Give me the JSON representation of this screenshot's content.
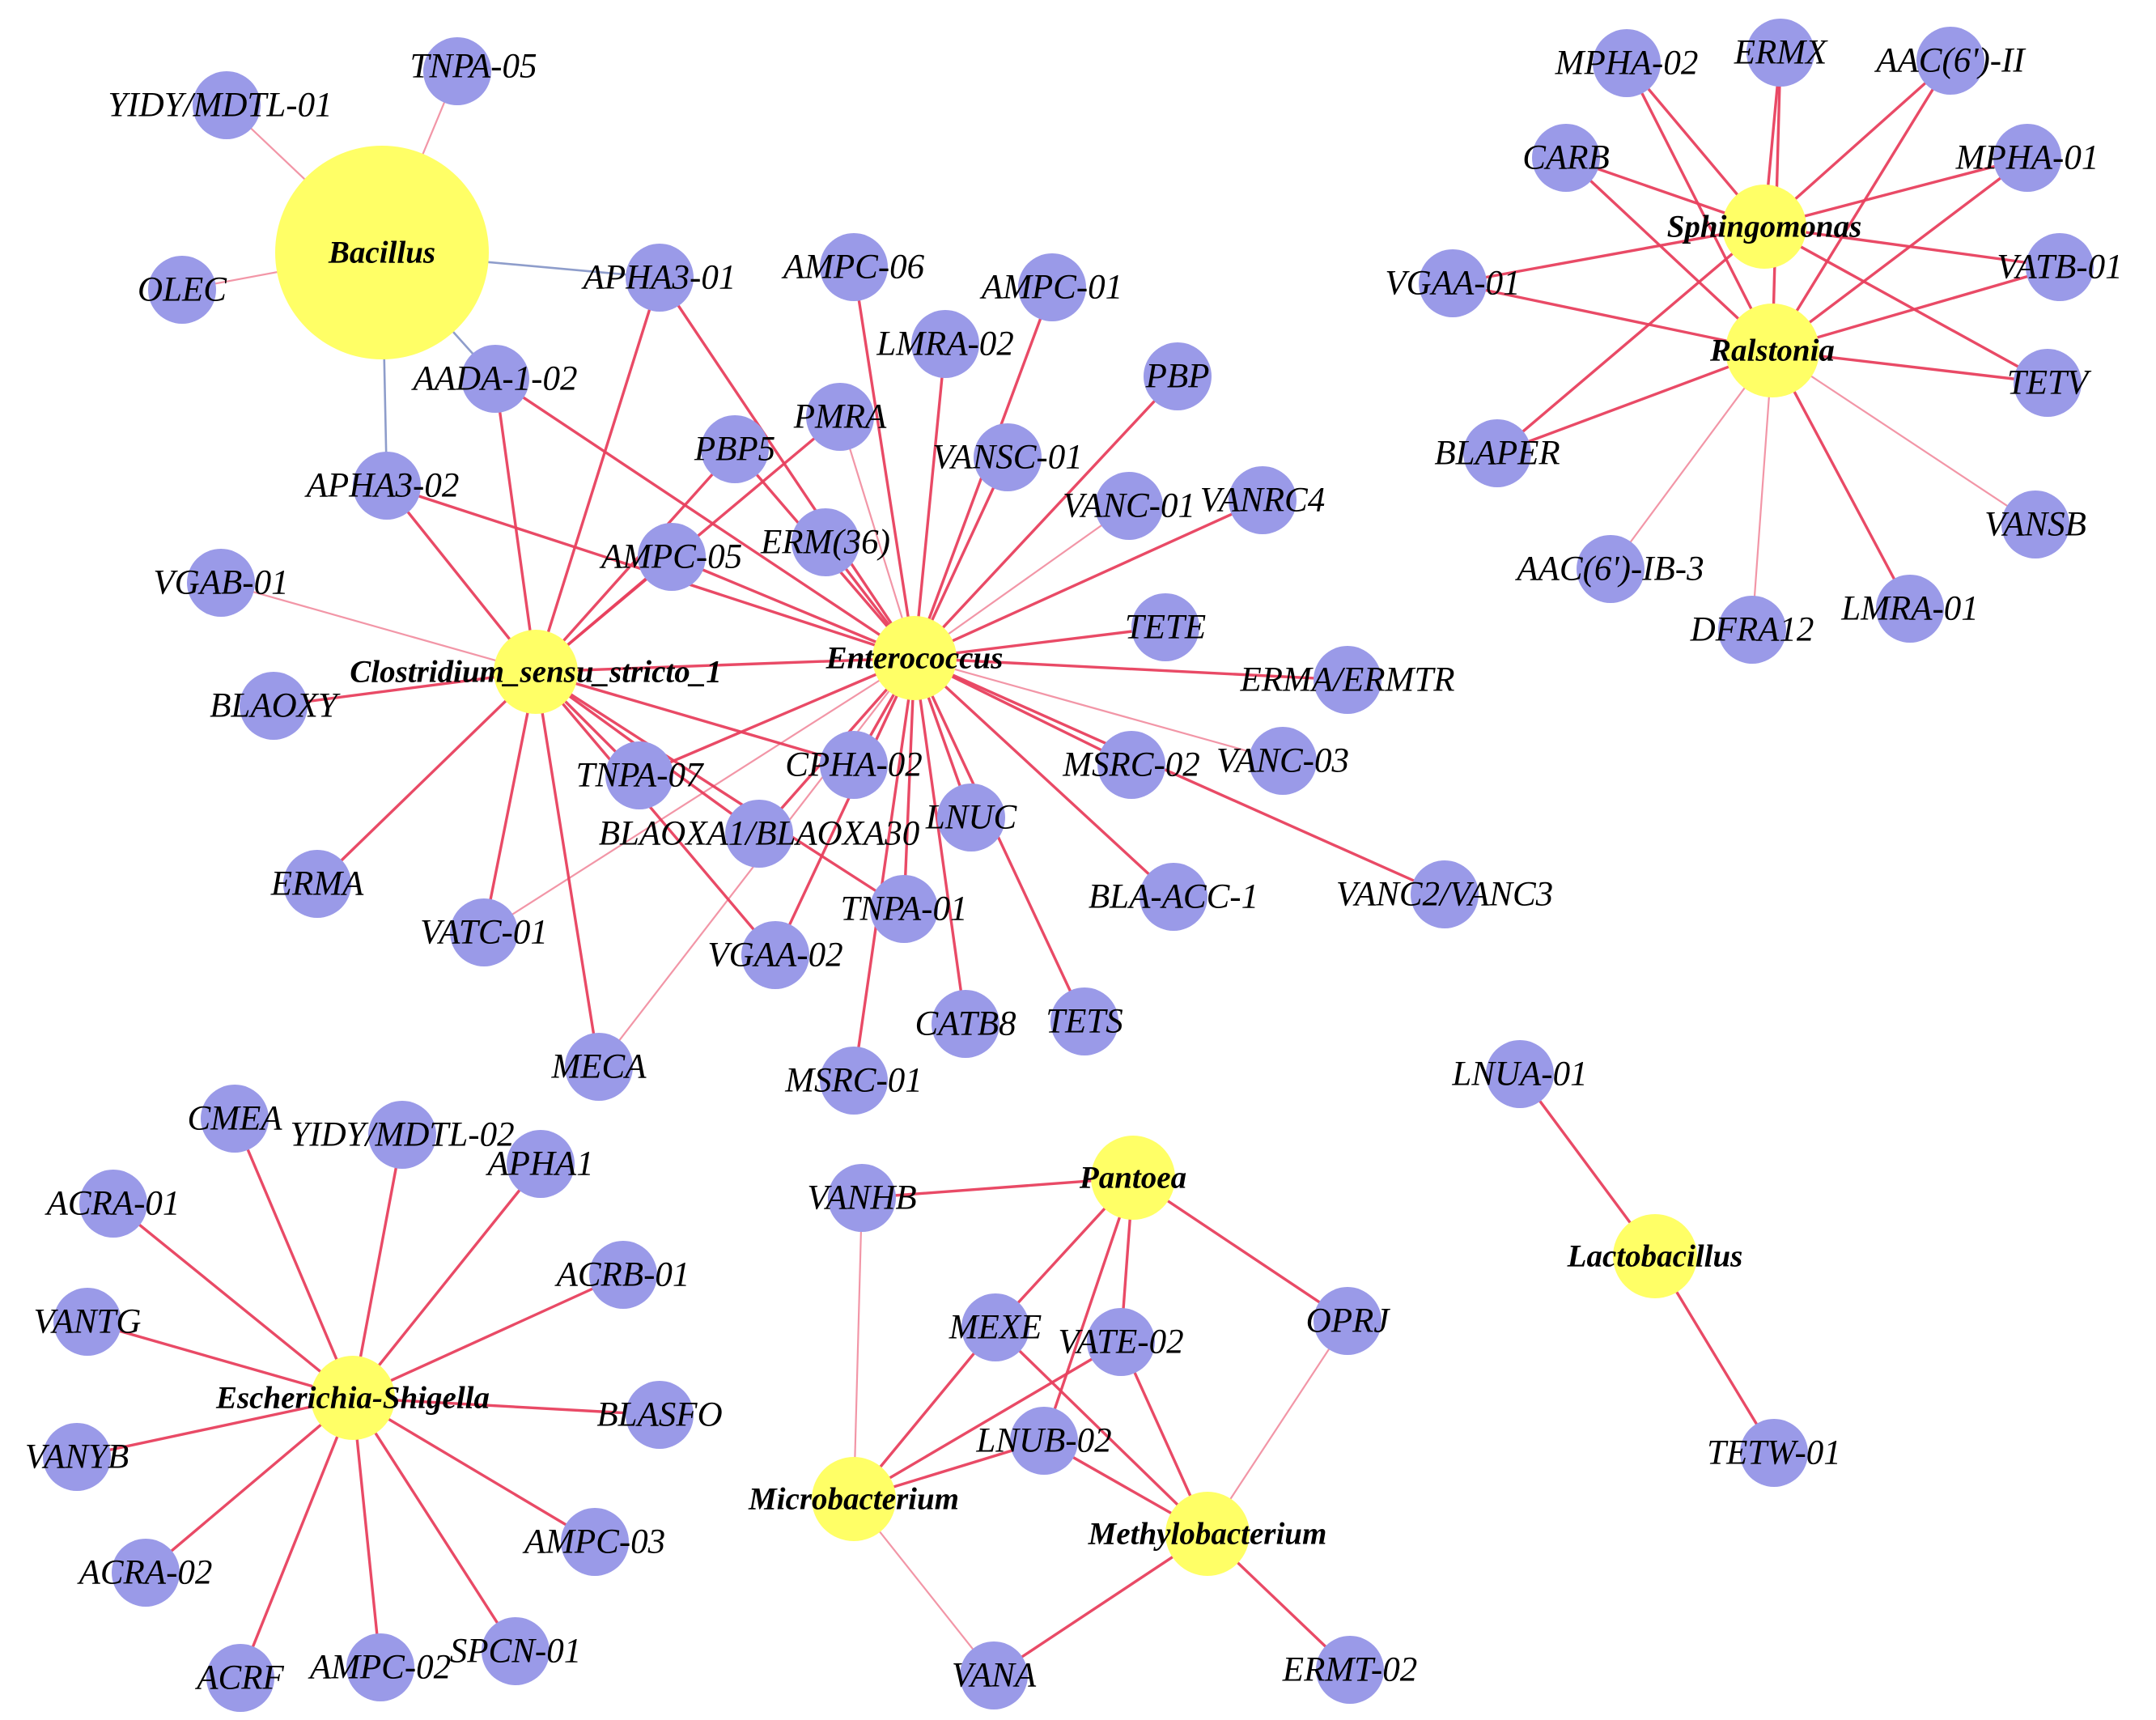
{
  "colors": {
    "background": "#ffffff",
    "genus_node": "#ffff66",
    "gene_node": "#9a9ae8",
    "positive_edge": "#e8405e",
    "negative_edge": "#8898c8"
  },
  "nodes": [
    {
      "id": "bacillus",
      "label": "Bacillus",
      "type": "genus",
      "size": "large"
    },
    {
      "id": "clostridium",
      "label": "Clostridium_sensu_stricto_1",
      "type": "genus"
    },
    {
      "id": "enterococcus",
      "label": "Enterococcus",
      "type": "genus"
    },
    {
      "id": "sphingomonas",
      "label": "Sphingomonas",
      "type": "genus"
    },
    {
      "id": "ralstonia",
      "label": "Ralstonia",
      "type": "genus",
      "size": "medium"
    },
    {
      "id": "escherichia",
      "label": "Escherichia-Shigella",
      "type": "genus"
    },
    {
      "id": "pantoea",
      "label": "Pantoea",
      "type": "genus"
    },
    {
      "id": "microbacterium",
      "label": "Microbacterium",
      "type": "genus"
    },
    {
      "id": "methylobacterium",
      "label": "Methylobacterium",
      "type": "genus"
    },
    {
      "id": "lactobacillus",
      "label": "Lactobacillus",
      "type": "genus"
    },
    {
      "id": "tnpa05",
      "label": "TNPA-05",
      "type": "gene"
    },
    {
      "id": "yidy01",
      "label": "YIDY/MDTL-01",
      "type": "gene"
    },
    {
      "id": "olec",
      "label": "OLEC",
      "type": "gene"
    },
    {
      "id": "apha301",
      "label": "APHA3-01",
      "type": "gene"
    },
    {
      "id": "aada102",
      "label": "AADA-1-02",
      "type": "gene"
    },
    {
      "id": "apha302",
      "label": "APHA3-02",
      "type": "gene"
    },
    {
      "id": "ampc06",
      "label": "AMPC-06",
      "type": "gene"
    },
    {
      "id": "ampc01",
      "label": "AMPC-01",
      "type": "gene"
    },
    {
      "id": "lmra02",
      "label": "LMRA-02",
      "type": "gene"
    },
    {
      "id": "pbp",
      "label": "PBP",
      "type": "gene"
    },
    {
      "id": "pmra",
      "label": "PMRA",
      "type": "gene"
    },
    {
      "id": "pbp5",
      "label": "PBP5",
      "type": "gene"
    },
    {
      "id": "vansc01",
      "label": "VANSC-01",
      "type": "gene"
    },
    {
      "id": "vanc01",
      "label": "VANC-01",
      "type": "gene"
    },
    {
      "id": "vanrc4",
      "label": "VANRC4",
      "type": "gene"
    },
    {
      "id": "ampc05",
      "label": "AMPC-05",
      "type": "gene"
    },
    {
      "id": "erm36",
      "label": "ERM(36)",
      "type": "gene"
    },
    {
      "id": "vgab01",
      "label": "VGAB-01",
      "type": "gene"
    },
    {
      "id": "tete",
      "label": "TETE",
      "type": "gene"
    },
    {
      "id": "ermaermtr",
      "label": "ERMA/ERMTR",
      "type": "gene"
    },
    {
      "id": "blaoxy",
      "label": "BLAOXY",
      "type": "gene"
    },
    {
      "id": "cpha02",
      "label": "CPHA-02",
      "type": "gene"
    },
    {
      "id": "msrc02",
      "label": "MSRC-02",
      "type": "gene"
    },
    {
      "id": "vanc03",
      "label": "VANC-03",
      "type": "gene"
    },
    {
      "id": "tnpa07",
      "label": "TNPA-07",
      "type": "gene"
    },
    {
      "id": "lnuc",
      "label": "LNUC",
      "type": "gene"
    },
    {
      "id": "blaoxa",
      "label": "BLAOXA1/BLAOXA30",
      "type": "gene"
    },
    {
      "id": "erma",
      "label": "ERMA",
      "type": "gene"
    },
    {
      "id": "blaacc1",
      "label": "BLA-ACC-1",
      "type": "gene"
    },
    {
      "id": "vanc2vanc3",
      "label": "VANC2/VANC3",
      "type": "gene"
    },
    {
      "id": "vatc01",
      "label": "VATC-01",
      "type": "gene"
    },
    {
      "id": "tnpa01",
      "label": "TNPA-01",
      "type": "gene"
    },
    {
      "id": "vgaa02",
      "label": "VGAA-02",
      "type": "gene"
    },
    {
      "id": "catb8",
      "label": "CATB8",
      "type": "gene"
    },
    {
      "id": "tets",
      "label": "TETS",
      "type": "gene"
    },
    {
      "id": "meca",
      "label": "MECA",
      "type": "gene"
    },
    {
      "id": "msrc01",
      "label": "MSRC-01",
      "type": "gene"
    },
    {
      "id": "mpha02",
      "label": "MPHA-02",
      "type": "gene"
    },
    {
      "id": "ermx",
      "label": "ERMX",
      "type": "gene"
    },
    {
      "id": "aac6ii",
      "label": "AAC(6')-II",
      "type": "gene"
    },
    {
      "id": "carb",
      "label": "CARB",
      "type": "gene"
    },
    {
      "id": "mpha01",
      "label": "MPHA-01",
      "type": "gene"
    },
    {
      "id": "vgaa01",
      "label": "VGAA-01",
      "type": "gene"
    },
    {
      "id": "vatb01",
      "label": "VATB-01",
      "type": "gene"
    },
    {
      "id": "tetv",
      "label": "TETV",
      "type": "gene"
    },
    {
      "id": "blaper",
      "label": "BLAPER",
      "type": "gene"
    },
    {
      "id": "vansb",
      "label": "VANSB",
      "type": "gene"
    },
    {
      "id": "aac6ib3",
      "label": "AAC(6')-IB-3",
      "type": "gene"
    },
    {
      "id": "lmra01",
      "label": "LMRA-01",
      "type": "gene"
    },
    {
      "id": "dfra12",
      "label": "DFRA12",
      "type": "gene"
    },
    {
      "id": "cmea",
      "label": "CMEA",
      "type": "gene"
    },
    {
      "id": "yidy02",
      "label": "YIDY/MDTL-02",
      "type": "gene"
    },
    {
      "id": "apha1",
      "label": "APHA1",
      "type": "gene"
    },
    {
      "id": "acra01",
      "label": "ACRA-01",
      "type": "gene"
    },
    {
      "id": "acrb01",
      "label": "ACRB-01",
      "type": "gene"
    },
    {
      "id": "vantg",
      "label": "VANTG",
      "type": "gene"
    },
    {
      "id": "blasfo",
      "label": "BLASFO",
      "type": "gene"
    },
    {
      "id": "vanyb",
      "label": "VANYB",
      "type": "gene"
    },
    {
      "id": "ampc03",
      "label": "AMPC-03",
      "type": "gene"
    },
    {
      "id": "acra02",
      "label": "ACRA-02",
      "type": "gene"
    },
    {
      "id": "acrf",
      "label": "ACRF",
      "type": "gene"
    },
    {
      "id": "ampc02",
      "label": "AMPC-02",
      "type": "gene"
    },
    {
      "id": "spcn01",
      "label": "SPCN-01",
      "type": "gene"
    },
    {
      "id": "vanhb",
      "label": "VANHB",
      "type": "gene"
    },
    {
      "id": "mexe",
      "label": "MEXE",
      "type": "gene"
    },
    {
      "id": "vate02",
      "label": "VATE-02",
      "type": "gene"
    },
    {
      "id": "oprj",
      "label": "OPRJ",
      "type": "gene"
    },
    {
      "id": "lnub02",
      "label": "LNUB-02",
      "type": "gene"
    },
    {
      "id": "vana",
      "label": "VANA",
      "type": "gene"
    },
    {
      "id": "ermt02",
      "label": "ERMT-02",
      "type": "gene"
    },
    {
      "id": "lnua01",
      "label": "LNUA-01",
      "type": "gene"
    },
    {
      "id": "tetw01",
      "label": "TETW-01",
      "type": "gene"
    }
  ],
  "edges": [
    {
      "source": "bacillus",
      "target": "tnpa05",
      "sign": "positive",
      "strength": "weak"
    },
    {
      "source": "bacillus",
      "target": "yidy01",
      "sign": "positive",
      "strength": "weak"
    },
    {
      "source": "bacillus",
      "target": "olec",
      "sign": "positive",
      "strength": "weak"
    },
    {
      "source": "bacillus",
      "target": "apha301",
      "sign": "negative"
    },
    {
      "source": "bacillus",
      "target": "aada102",
      "sign": "negative"
    },
    {
      "source": "bacillus",
      "target": "apha302",
      "sign": "negative"
    },
    {
      "source": "clostridium",
      "target": "apha301",
      "sign": "positive"
    },
    {
      "source": "clostridium",
      "target": "aada102",
      "sign": "positive"
    },
    {
      "source": "clostridium",
      "target": "apha302",
      "sign": "positive"
    },
    {
      "source": "clostridium",
      "target": "pbp5",
      "sign": "positive"
    },
    {
      "source": "clostridium",
      "target": "pmra",
      "sign": "positive"
    },
    {
      "source": "clostridium",
      "target": "ampc05",
      "sign": "positive"
    },
    {
      "source": "clostridium",
      "target": "vgab01",
      "sign": "positive",
      "strength": "weak"
    },
    {
      "source": "clostridium",
      "target": "blaoxy",
      "sign": "positive"
    },
    {
      "source": "clostridium",
      "target": "erma",
      "sign": "positive"
    },
    {
      "source": "clostridium",
      "target": "vatc01",
      "sign": "positive"
    },
    {
      "source": "clostridium",
      "target": "meca",
      "sign": "positive"
    },
    {
      "source": "clostridium",
      "target": "tnpa07",
      "sign": "positive"
    },
    {
      "source": "clostridium",
      "target": "blaoxa",
      "sign": "positive"
    },
    {
      "source": "clostridium",
      "target": "cpha02",
      "sign": "positive"
    },
    {
      "source": "clostridium",
      "target": "tnpa01",
      "sign": "positive"
    },
    {
      "source": "clostridium",
      "target": "vgaa02",
      "sign": "positive"
    },
    {
      "source": "clostridium",
      "target": "enterococcus",
      "sign": "positive"
    },
    {
      "source": "enterococcus",
      "target": "apha301",
      "sign": "positive"
    },
    {
      "source": "enterococcus",
      "target": "aada102",
      "sign": "positive"
    },
    {
      "source": "enterococcus",
      "target": "apha302",
      "sign": "positive"
    },
    {
      "source": "enterococcus",
      "target": "ampc06",
      "sign": "positive"
    },
    {
      "source": "enterococcus",
      "target": "ampc01",
      "sign": "positive"
    },
    {
      "source": "enterococcus",
      "target": "lmra02",
      "sign": "positive"
    },
    {
      "source": "enterococcus",
      "target": "pbp",
      "sign": "positive"
    },
    {
      "source": "enterococcus",
      "target": "pmra",
      "sign": "positive",
      "strength": "weak"
    },
    {
      "source": "enterococcus",
      "target": "pbp5",
      "sign": "positive"
    },
    {
      "source": "enterococcus",
      "target": "vansc01",
      "sign": "positive"
    },
    {
      "source": "enterococcus",
      "target": "vanc01",
      "sign": "positive",
      "strength": "weak"
    },
    {
      "source": "enterococcus",
      "target": "vanrc4",
      "sign": "positive"
    },
    {
      "source": "enterococcus",
      "target": "ampc05",
      "sign": "positive"
    },
    {
      "source": "enterococcus",
      "target": "erm36",
      "sign": "positive"
    },
    {
      "source": "enterococcus",
      "target": "tete",
      "sign": "positive"
    },
    {
      "source": "enterococcus",
      "target": "ermaermtr",
      "sign": "positive"
    },
    {
      "source": "enterococcus",
      "target": "msrc02",
      "sign": "positive"
    },
    {
      "source": "enterococcus",
      "target": "vanc03",
      "sign": "positive",
      "strength": "weak"
    },
    {
      "source": "enterococcus",
      "target": "vanc2vanc3",
      "sign": "positive"
    },
    {
      "source": "enterococcus",
      "target": "blaacc1",
      "sign": "positive"
    },
    {
      "source": "enterococcus",
      "target": "tets",
      "sign": "positive"
    },
    {
      "source": "enterococcus",
      "target": "catb8",
      "sign": "positive"
    },
    {
      "source": "enterococcus",
      "target": "msrc01",
      "sign": "positive"
    },
    {
      "source": "enterococcus",
      "target": "tnpa01",
      "sign": "positive"
    },
    {
      "source": "enterococcus",
      "target": "lnuc",
      "sign": "positive"
    },
    {
      "source": "enterococcus",
      "target": "cpha02",
      "sign": "positive"
    },
    {
      "source": "enterococcus",
      "target": "blaoxa",
      "sign": "positive"
    },
    {
      "source": "enterococcus",
      "target": "tnpa07",
      "sign": "positive"
    },
    {
      "source": "enterococcus",
      "target": "vgaa02",
      "sign": "positive"
    },
    {
      "source": "enterococcus",
      "target": "vatc01",
      "sign": "positive",
      "strength": "weak"
    },
    {
      "source": "enterococcus",
      "target": "meca",
      "sign": "positive",
      "strength": "weak"
    },
    {
      "source": "sphingomonas",
      "target": "mpha02",
      "sign": "positive"
    },
    {
      "source": "sphingomonas",
      "target": "ermx",
      "sign": "positive"
    },
    {
      "source": "sphingomonas",
      "target": "aac6ii",
      "sign": "positive"
    },
    {
      "source": "sphingomonas",
      "target": "carb",
      "sign": "positive"
    },
    {
      "source": "sphingomonas",
      "target": "mpha01",
      "sign": "positive"
    },
    {
      "source": "sphingomonas",
      "target": "vgaa01",
      "sign": "positive"
    },
    {
      "source": "sphingomonas",
      "target": "vatb01",
      "sign": "positive"
    },
    {
      "source": "sphingomonas",
      "target": "tetv",
      "sign": "positive"
    },
    {
      "source": "sphingomonas",
      "target": "blaper",
      "sign": "positive"
    },
    {
      "source": "ralstonia",
      "target": "mpha02",
      "sign": "positive"
    },
    {
      "source": "ralstonia",
      "target": "ermx",
      "sign": "positive"
    },
    {
      "source": "ralstonia",
      "target": "aac6ii",
      "sign": "positive"
    },
    {
      "source": "ralstonia",
      "target": "carb",
      "sign": "positive"
    },
    {
      "source": "ralstonia",
      "target": "mpha01",
      "sign": "positive"
    },
    {
      "source": "ralstonia",
      "target": "vgaa01",
      "sign": "positive"
    },
    {
      "source": "ralstonia",
      "target": "vatb01",
      "sign": "positive"
    },
    {
      "source": "ralstonia",
      "target": "tetv",
      "sign": "positive"
    },
    {
      "source": "ralstonia",
      "target": "blaper",
      "sign": "positive"
    },
    {
      "source": "ralstonia",
      "target": "vansb",
      "sign": "positive",
      "strength": "weak"
    },
    {
      "source": "ralstonia",
      "target": "aac6ib3",
      "sign": "positive",
      "strength": "weak"
    },
    {
      "source": "ralstonia",
      "target": "dfra12",
      "sign": "positive",
      "strength": "weak"
    },
    {
      "source": "ralstonia",
      "target": "lmra01",
      "sign": "positive"
    },
    {
      "source": "escherichia",
      "target": "cmea",
      "sign": "positive"
    },
    {
      "source": "escherichia",
      "target": "yidy02",
      "sign": "positive"
    },
    {
      "source": "escherichia",
      "target": "apha1",
      "sign": "positive"
    },
    {
      "source": "escherichia",
      "target": "acra01",
      "sign": "positive"
    },
    {
      "source": "escherichia",
      "target": "acrb01",
      "sign": "positive"
    },
    {
      "source": "escherichia",
      "target": "vantg",
      "sign": "positive"
    },
    {
      "source": "escherichia",
      "target": "blasfo",
      "sign": "positive"
    },
    {
      "source": "escherichia",
      "target": "vanyb",
      "sign": "positive"
    },
    {
      "source": "escherichia",
      "target": "ampc03",
      "sign": "positive"
    },
    {
      "source": "escherichia",
      "target": "acra02",
      "sign": "positive"
    },
    {
      "source": "escherichia",
      "target": "acrf",
      "sign": "positive"
    },
    {
      "source": "escherichia",
      "target": "ampc02",
      "sign": "positive"
    },
    {
      "source": "escherichia",
      "target": "spcn01",
      "sign": "positive"
    },
    {
      "source": "pantoea",
      "target": "vanhb",
      "sign": "positive"
    },
    {
      "source": "pantoea",
      "target": "mexe",
      "sign": "positive"
    },
    {
      "source": "pantoea",
      "target": "vate02",
      "sign": "positive"
    },
    {
      "source": "pantoea",
      "target": "oprj",
      "sign": "positive"
    },
    {
      "source": "pantoea",
      "target": "lnub02",
      "sign": "positive"
    },
    {
      "source": "microbacterium",
      "target": "vanhb",
      "sign": "positive",
      "strength": "weak"
    },
    {
      "source": "microbacterium",
      "target": "mexe",
      "sign": "positive"
    },
    {
      "source": "microbacterium",
      "target": "vate02",
      "sign": "positive"
    },
    {
      "source": "microbacterium",
      "target": "lnub02",
      "sign": "positive"
    },
    {
      "source": "microbacterium",
      "target": "vana",
      "sign": "positive",
      "strength": "weak"
    },
    {
      "source": "methylobacterium",
      "target": "mexe",
      "sign": "positive"
    },
    {
      "source": "methylobacterium",
      "target": "vate02",
      "sign": "positive"
    },
    {
      "source": "methylobacterium",
      "target": "lnub02",
      "sign": "positive"
    },
    {
      "source": "methylobacterium",
      "target": "oprj",
      "sign": "positive",
      "strength": "weak"
    },
    {
      "source": "methylobacterium",
      "target": "vana",
      "sign": "positive"
    },
    {
      "source": "methylobacterium",
      "target": "ermt02",
      "sign": "positive"
    },
    {
      "source": "lactobacillus",
      "target": "lnua01",
      "sign": "positive"
    },
    {
      "source": "lactobacillus",
      "target": "tetw01",
      "sign": "positive"
    }
  ]
}
